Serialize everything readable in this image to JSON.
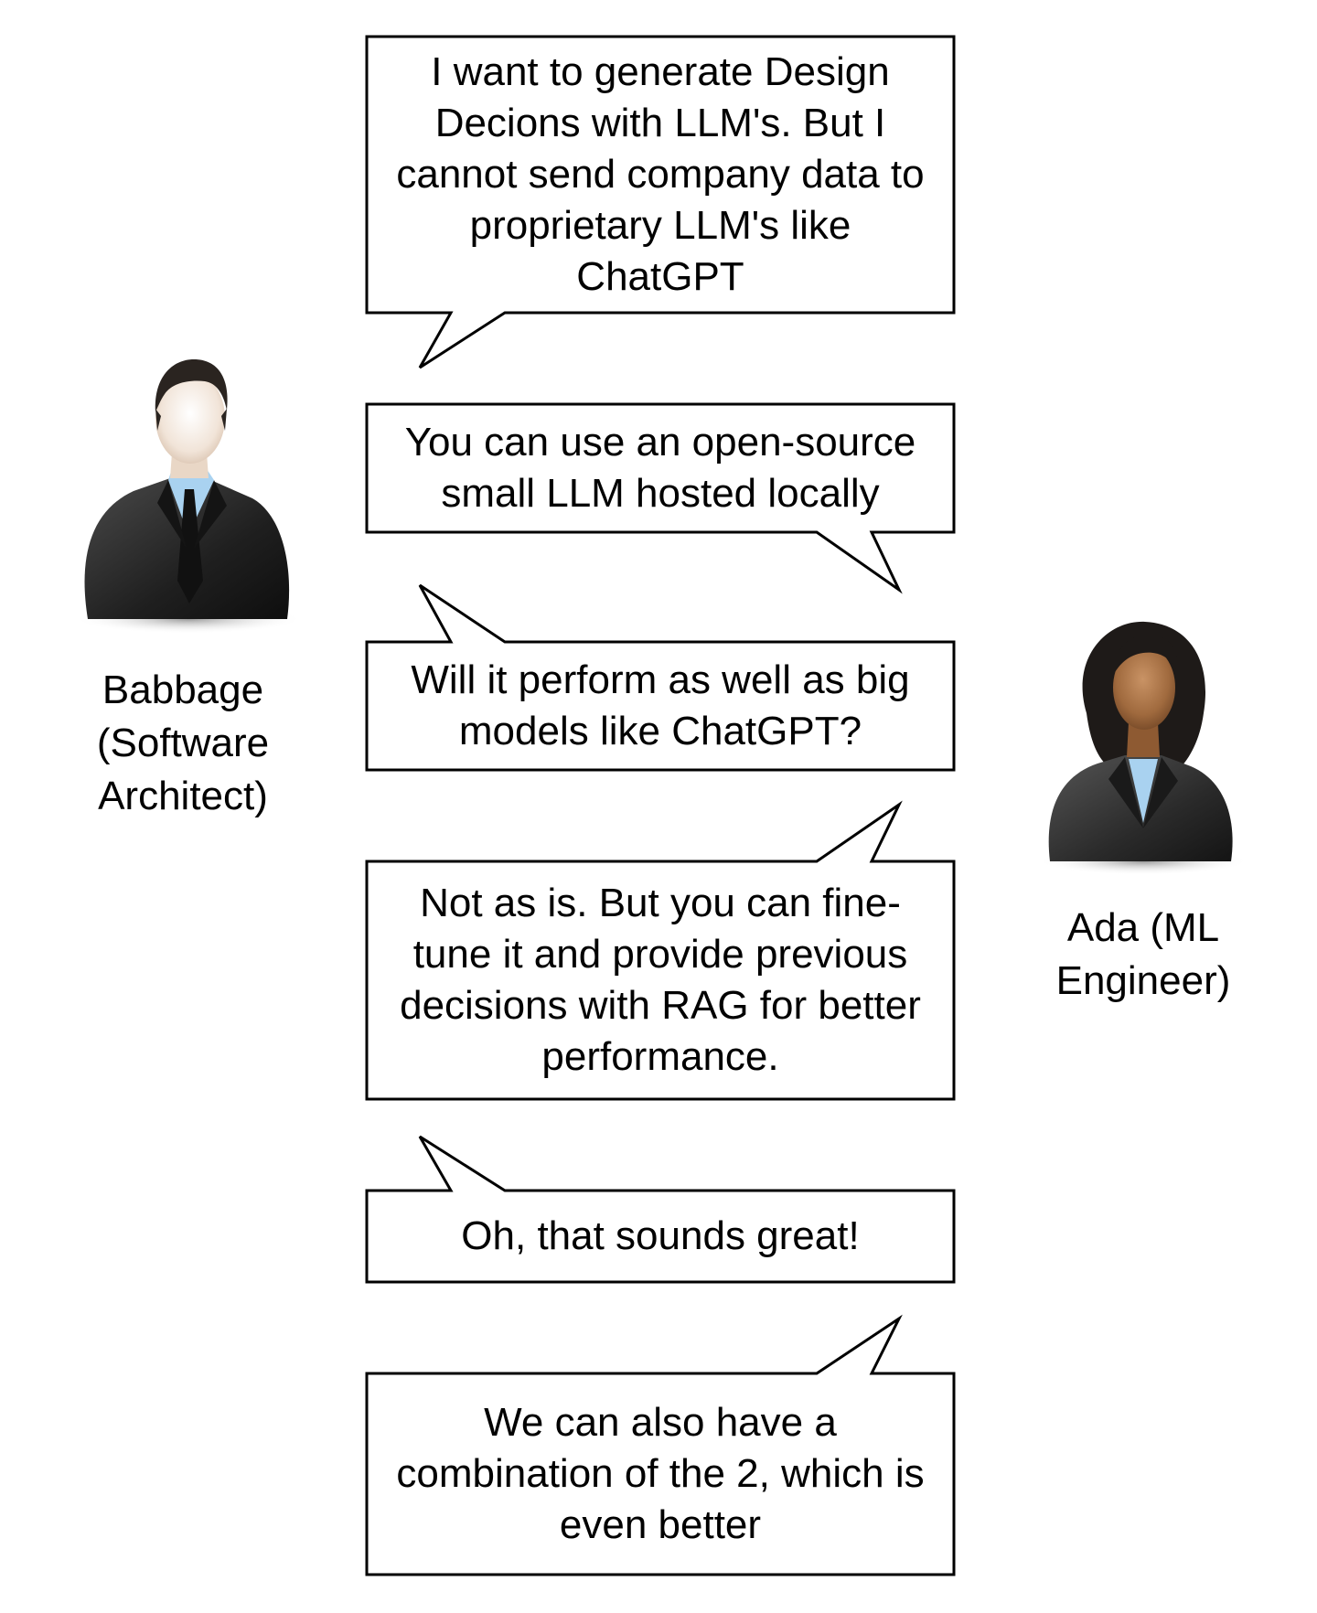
{
  "participants": {
    "babbage": {
      "label_line1": "Babbage",
      "label_line2": "(Software",
      "label_line3": "Architect)"
    },
    "ada": {
      "label_line1": "Ada (ML",
      "label_line2": "Engineer)"
    }
  },
  "messages": [
    {
      "speaker": "babbage",
      "lines": [
        "I want to generate Design",
        "Decions with LLM's. But I",
        "cannot send company data to",
        "proprietary LLM's like",
        "ChatGPT"
      ]
    },
    {
      "speaker": "ada",
      "lines": [
        "You can use an open-source",
        "small LLM hosted locally"
      ]
    },
    {
      "speaker": "babbage",
      "lines": [
        "Will it perform as well as big",
        "models like ChatGPT?"
      ]
    },
    {
      "speaker": "ada",
      "lines": [
        "Not as is. But you can fine-",
        "tune it and provide previous",
        "decisions with RAG for better",
        "performance."
      ]
    },
    {
      "speaker": "babbage",
      "lines": [
        "Oh, that sounds great!"
      ]
    },
    {
      "speaker": "ada",
      "lines": [
        "We can also have a",
        "combination of the 2, which is",
        "even better"
      ]
    }
  ],
  "colors": {
    "stroke": "#000000",
    "suit": "#2a2a2a",
    "shirt": "#a9d2f0",
    "skin_light": "#f2e6dc",
    "skin_dark": "#a06a3e",
    "hair": "#1e1a18"
  }
}
